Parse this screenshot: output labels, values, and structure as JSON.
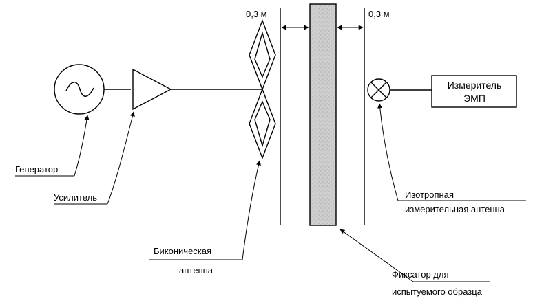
{
  "labels": {
    "distance_left": "0,3 м",
    "distance_right": "0,3 м",
    "meter_line1": "Измеритель",
    "meter_line2": "ЭМП",
    "generator": "Генератор",
    "amplifier": "Усилитель",
    "biconical_line1": "Биконическая",
    "biconical_line2": "антенна",
    "isotropic_line1": "Изотропная",
    "isotropic_line2": "измерительная антенна",
    "fixture_line1": "Фиксатор для",
    "fixture_line2": "испытуемого образца"
  },
  "colors": {
    "stroke": "#000000",
    "sample_fill": "#c8c8c8",
    "background": "#ffffff"
  }
}
